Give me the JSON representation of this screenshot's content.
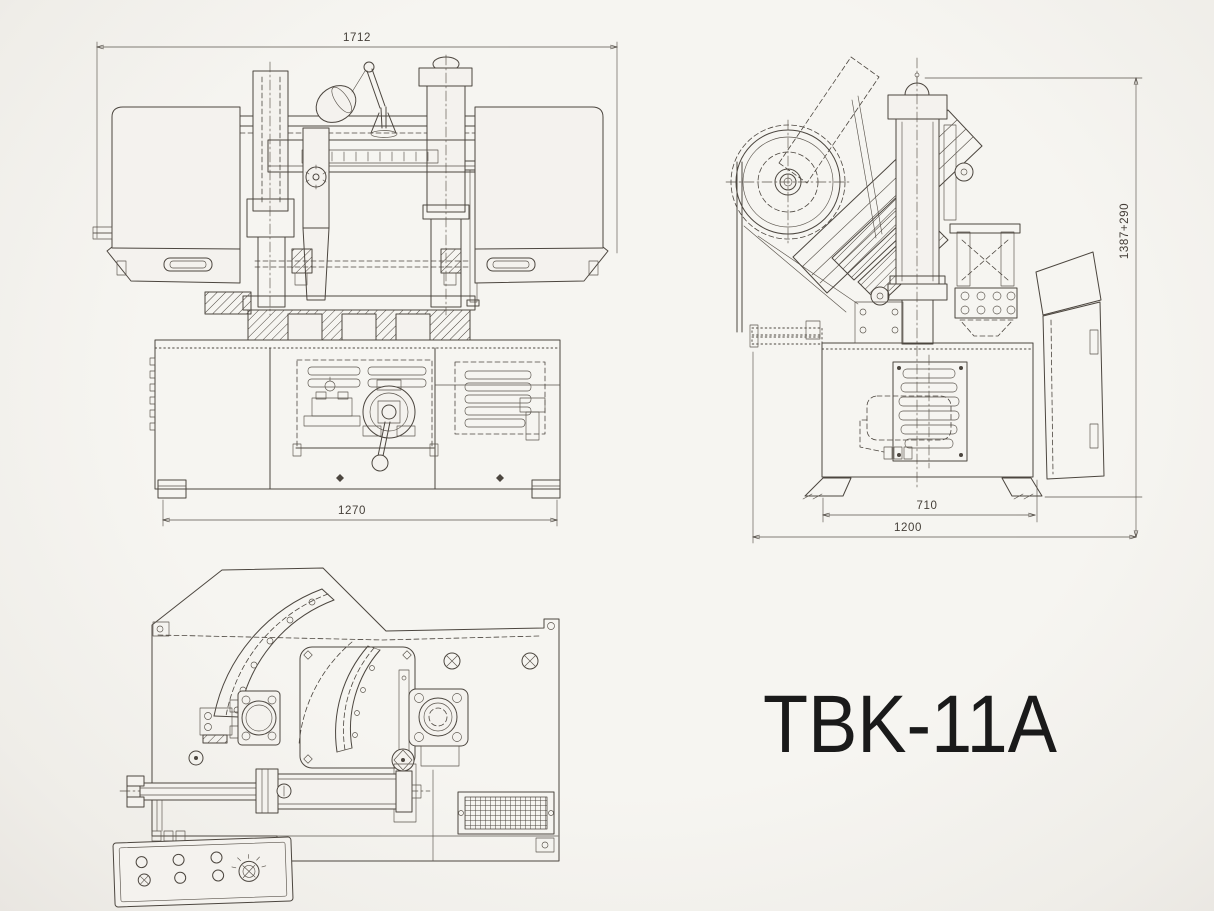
{
  "sheet": {
    "model_label": "TBK-11A",
    "colors": {
      "paper": "#f4f2ee",
      "ink": "#4c463f",
      "label_ink": "#1a1a1a"
    }
  },
  "views": {
    "front_view": {
      "dims": {
        "overall_width": "1712",
        "base_width": "1270"
      }
    },
    "side_view": {
      "dims": {
        "overall_height": "1387+290",
        "base_depth": "710",
        "overall_depth": "1200"
      }
    }
  }
}
